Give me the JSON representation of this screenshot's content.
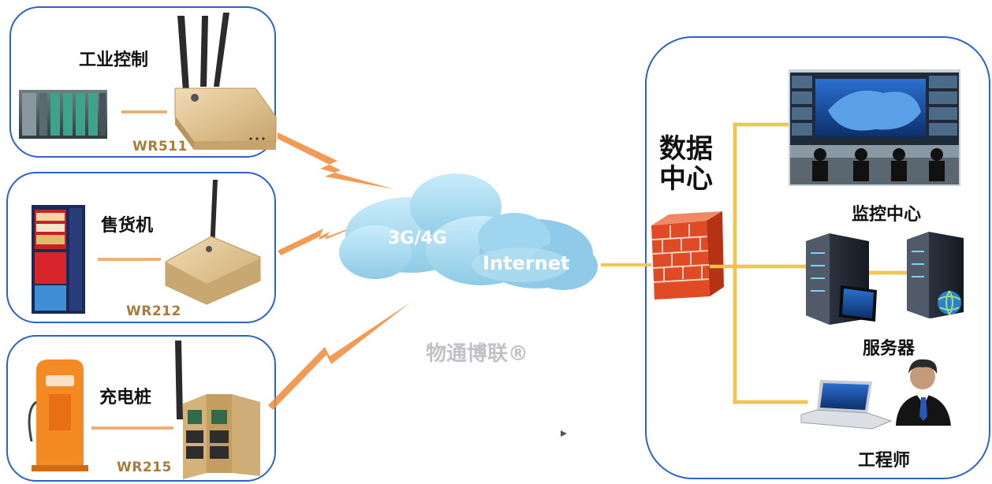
{
  "devices": {
    "industrial_control": {
      "label": "工业控制",
      "model": "WR511"
    },
    "vending_machine": {
      "label": "售货机",
      "model": "WR212"
    },
    "charging_pile": {
      "label": "充电桩",
      "model": "WR215"
    }
  },
  "network": {
    "cloud_label_mobile": "3G/4G",
    "cloud_label_internet": "Internet",
    "brand": "物通博联®"
  },
  "data_center": {
    "title": "数据中心",
    "monitoring_center": "监控中心",
    "servers": "服务器",
    "engineer": "工程师"
  },
  "colors": {
    "panel_border": "#2b63c7",
    "model_text": "#a87d3c",
    "bus_line": "#f2c84b",
    "signal": "#f08a3a",
    "cloud": "#a9d7ee"
  }
}
